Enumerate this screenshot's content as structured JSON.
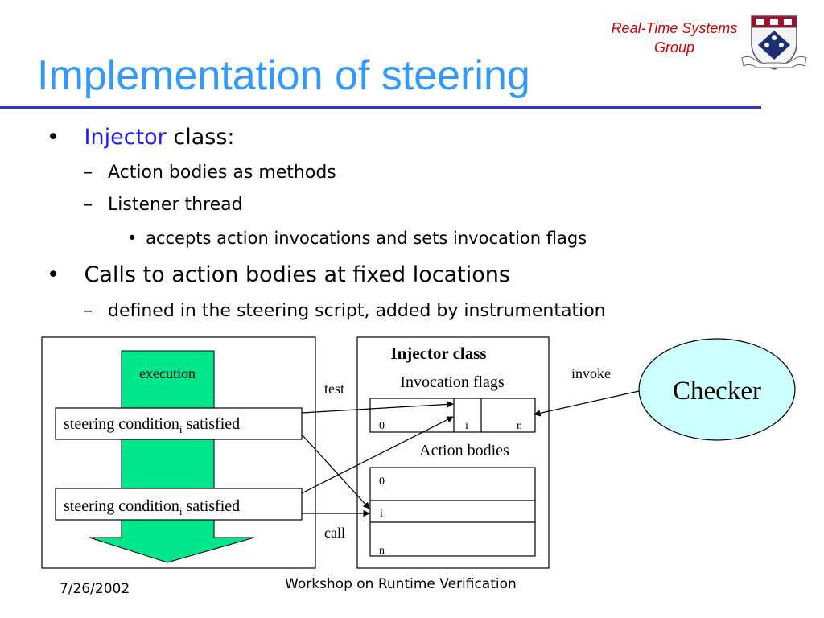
{
  "header": {
    "title": "Implementation of steering",
    "group_line1": "Real-Time Systems",
    "group_line2": "Group"
  },
  "bullets": {
    "b1_term": "Injector",
    "b1_rest": " class:",
    "b1_sub1": "Action bodies as methods",
    "b1_sub2": "Listener thread",
    "b1_sub2_sub1": "accepts action invocations and sets invocation flags",
    "b2": "Calls to action bodies at fixed locations",
    "b2_sub1": "defined in the steering script, added by instrumentation"
  },
  "diagram": {
    "execution_label": "execution",
    "cond_prefix": "steering condition",
    "cond_sub": "i",
    "cond_suffix": " satisfied",
    "injector_title": "Injector class",
    "invocation_flags": "Invocation flags",
    "flag_0": "0",
    "flag_i": "i",
    "flag_n": "n",
    "action_bodies": "Action bodies",
    "body_0": "0",
    "body_i": "i",
    "body_n": "n",
    "test": "test",
    "call": "call",
    "invoke": "invoke",
    "checker": "Checker"
  },
  "footer": {
    "date": "7/26/2002",
    "event": "Workshop on Runtime Verification"
  },
  "colors": {
    "title": "#3399ff",
    "accent_rule": "#3333cc",
    "group_text": "#cc0000",
    "execution_arrow": "#00e68a",
    "checker_fill": "#ccffff",
    "injector_term": "#1a1aff"
  }
}
